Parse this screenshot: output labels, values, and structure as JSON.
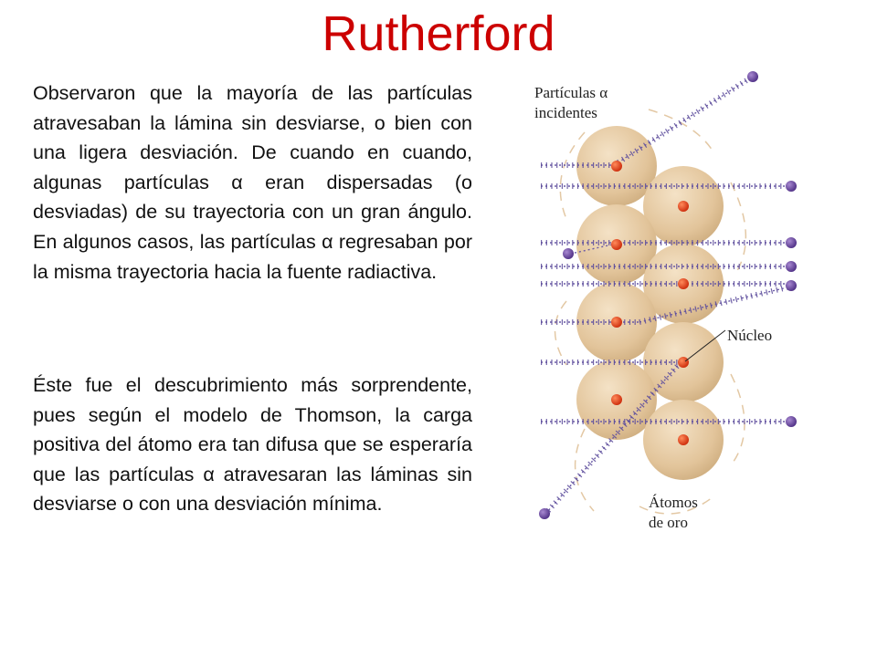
{
  "slide": {
    "title": "Rutherford",
    "paragraph1": "Observaron que la mayoría de las partículas atravesaban la lámina sin desviarse, o bien con una ligera desviación. De cuando en cuando, algunas partículas α eran dispersadas (o desviadas) de su trayectoria con un gran ángulo.  En algunos casos, las partículas α regresaban por la misma trayectoria hacia la fuente radiactiva.",
    "paragraph2": "Éste fue el descubrimiento más sorprendente, pues según el modelo de Thomson, la carga positiva del átomo era tan difusa que se esperaría que las partículas α atravesaran las láminas sin desviarse o con una desviación mínima."
  },
  "diagram": {
    "label_particles_line1": "Partículas α",
    "label_particles_line2": "incidentes",
    "label_nucleus": "Núcleo",
    "label_atoms_line1": "Átomos",
    "label_atoms_line2": "de oro",
    "colors": {
      "atom": "#e6c9a0",
      "nucleus": "#e2401a",
      "particle": "#6b4c9a",
      "trail": "#6a5aa5"
    }
  }
}
